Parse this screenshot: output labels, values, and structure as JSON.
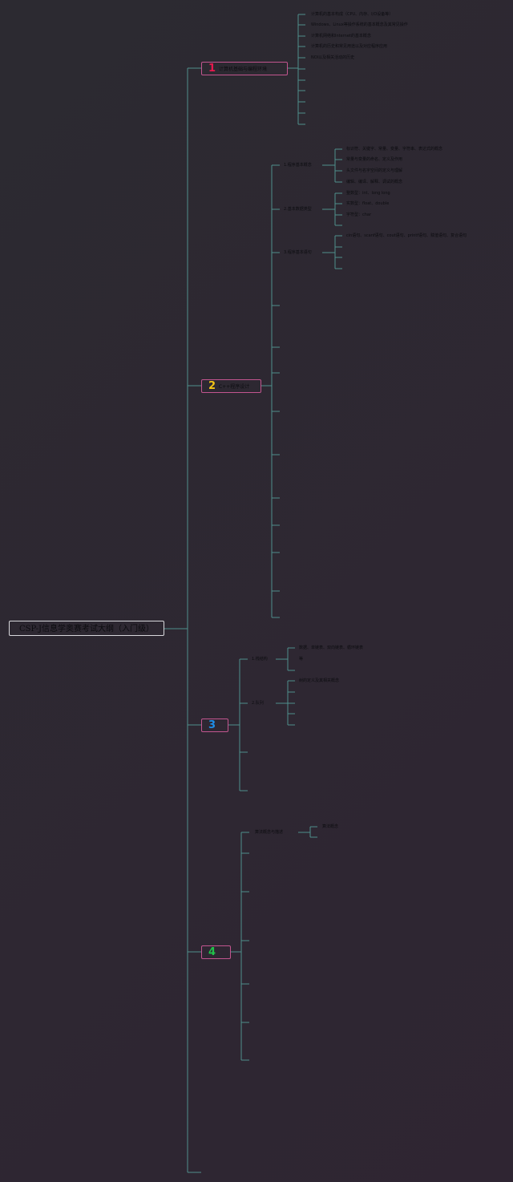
{
  "root": {
    "title": "CSP-J信息学奥赛考试大纲（入门级）"
  },
  "branches": [
    {
      "num": "1",
      "label": "计算机基础与编程环境",
      "num_color": "#e8194e"
    },
    {
      "num": "2",
      "label": "C++程序设计",
      "num_color": "#f2c417"
    },
    {
      "num": "3",
      "label": "",
      "num_color": "#1e8ee8"
    },
    {
      "num": "4",
      "label": "",
      "num_color": "#21c24a"
    }
  ],
  "b1_items": [
    "计算机的基本构成（CPU、内存、I/O设备等）",
    "Windows、Linux等操作系统的基本概念及其常见操作",
    "计算机网络和Internet的基本概念",
    "计算机的历史和常见用途以及对应程序应用",
    "NOI以及相关活动的历史"
  ],
  "b2_subs": [
    "1.程序基本概念",
    "2.基本数据类型",
    "3.程序基本语句"
  ],
  "b2_sub1_items": [
    "标识符、关键字、常量、变量、字符串、表达式的概念",
    "常量与变量的命名、定义及作用",
    "头文件与名字空间的定义与理解",
    "编辑、编译、解释、调试的概念"
  ],
  "b2_sub2_items": [
    "整数型：int、long long",
    "实数型：float、double",
    "字符型：char"
  ],
  "b2_sub3_items": [
    "cin语句、scanf语句、cout语句、printf语句、赋值语句、复合语句"
  ],
  "b3_subs": [
    "1.栈结构",
    "2.队列"
  ],
  "b3_sub1_items": [
    "数据、单链表、双向链表、循环链表",
    "等"
  ],
  "b3_sub2_items": [
    "树的定义及其相关概念"
  ],
  "b4_subs": [
    "算法概念与描述"
  ],
  "b4_sub1_items": [
    "算法概念"
  ]
}
